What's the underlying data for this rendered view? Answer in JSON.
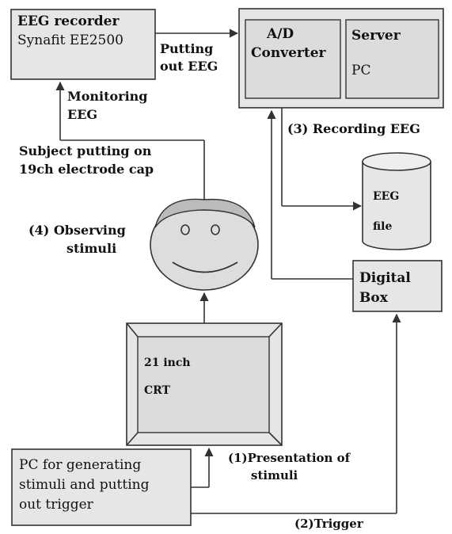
{
  "eeg_recorder": {
    "title": "EEG recorder",
    "model": "Synafit EE2500"
  },
  "labels": {
    "putting_out_1": "Putting",
    "putting_out_2": "out EEG",
    "monitoring_1": "Monitoring",
    "monitoring_2": "EEG",
    "subject_1": "Subject putting on",
    "subject_2": "19ch electrode cap",
    "observing_1": "(4) Observing",
    "observing_2": "stimuli",
    "recording": "(3) Recording EEG",
    "presentation_1": "(1)Presentation  of",
    "presentation_2": "stimuli",
    "trigger": "(2)Trigger"
  },
  "ad_converter": {
    "line1": "A/D",
    "line2": "Converter"
  },
  "server": {
    "title": "Server",
    "sub": "PC"
  },
  "eeg_file": {
    "line1": "EEG",
    "line2": "file"
  },
  "digital_box": {
    "line1": "Digital",
    "line2": "Box"
  },
  "crt": {
    "line1": "21 inch",
    "line2": "CRT"
  },
  "pc_generator": {
    "line1": "PC  for  generating",
    "line2": "stimuli and putting",
    "line3": "out   trigger"
  },
  "colors": {
    "box_fill": "#e6e6e6",
    "stroke": "#333333",
    "text": "#111111"
  }
}
